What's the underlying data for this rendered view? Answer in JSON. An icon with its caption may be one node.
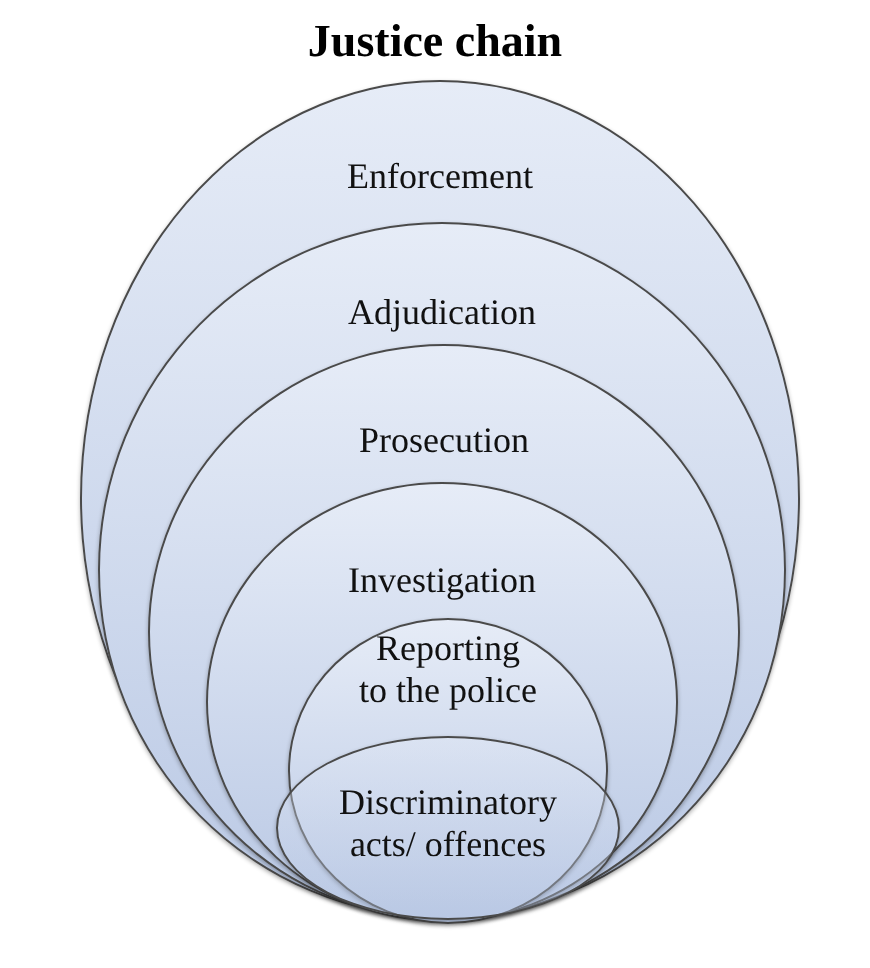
{
  "diagram": {
    "title": "Justice chain",
    "nodes": [
      {
        "text": [
          "Enforcement"
        ]
      },
      {
        "text": [
          "Adjudication"
        ],
        "in": 0
      },
      {
        "text": [
          "Prosecution"
        ],
        "in": 1
      },
      {
        "text": [
          "Investigation"
        ],
        "in": 2
      },
      {
        "text": [
          "Reporting to the police"
        ],
        "in": 3
      },
      {
        "text": [
          "Discriminatory acts/ offences"
        ],
        "in": 3
      }
    ],
    "edges": []
  }
}
